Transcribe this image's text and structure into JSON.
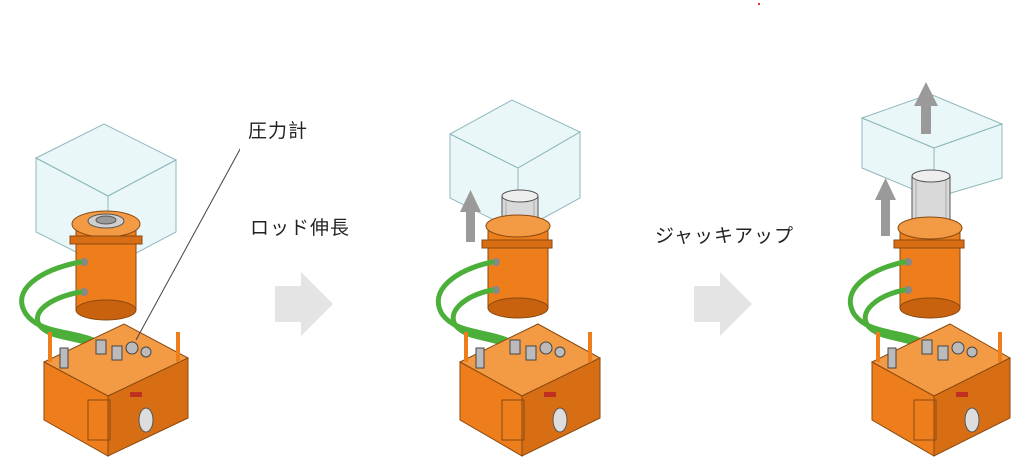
{
  "labels": {
    "pressure_gauge": "圧力計",
    "rod_extension": "ロッド伸長",
    "jack_up": "ジャッキアップ"
  },
  "colors": {
    "body_orange": "#ee7d1c",
    "body_orange_dark": "#c8620e",
    "hose_green": "#4caf3a",
    "load_box": "#cfeef0",
    "arrow_gray": "#9a9a9a",
    "flow_arrow": "#e4e4e4"
  },
  "icons": {
    "flow_arrow": "chevron-right-arrow",
    "lift_arrow": "arrow-up"
  }
}
